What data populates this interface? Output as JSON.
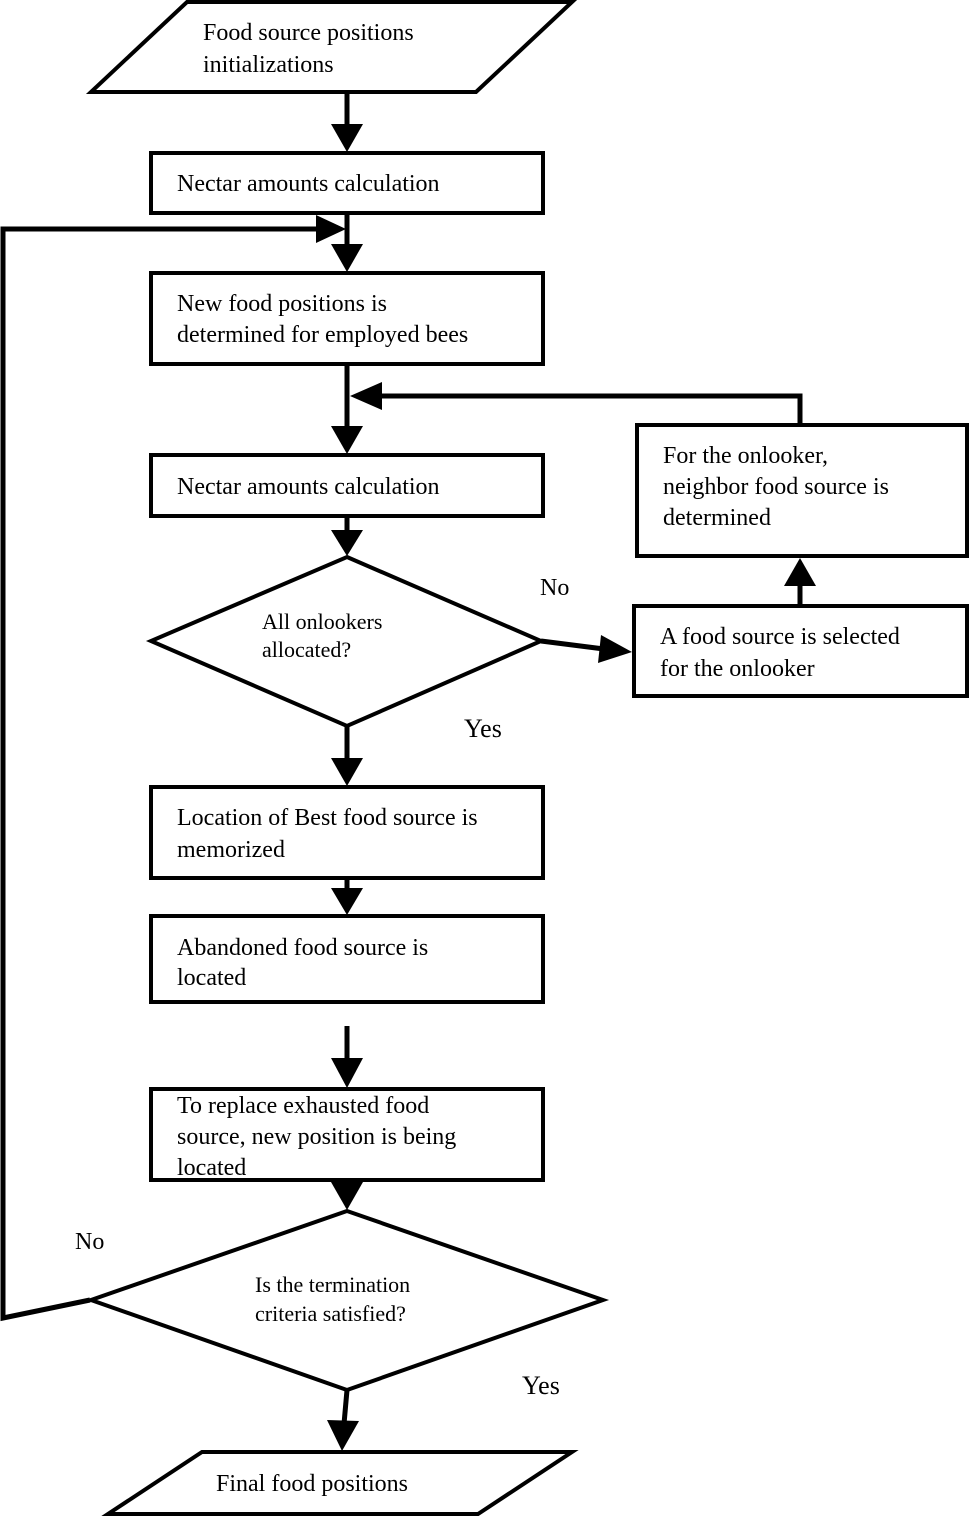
{
  "flowchart": {
    "start": {
      "line1": "Food source positions",
      "line2": "initializations"
    },
    "nectar_calc_1": {
      "line1": "Nectar amounts calculation"
    },
    "employed_bees": {
      "line1": "New food positions is",
      "line2": "determined for employed bees"
    },
    "nectar_calc_2": {
      "line1": "Nectar amounts calculation"
    },
    "onlookers_decision": {
      "line1": "All onlookers",
      "line2": "allocated?"
    },
    "onlookers_no_label": "No",
    "onlookers_yes_label": "Yes",
    "select_source": {
      "line1": "A food source is selected",
      "line2": "for the onlooker"
    },
    "neighbor_source": {
      "line1": "For the onlooker,",
      "line2": "neighbor food source is",
      "line3": "determined"
    },
    "memorize_best": {
      "line1": "Location of Best food source is",
      "line2": "memorized"
    },
    "abandoned": {
      "line1": "Abandoned food source is",
      "line2": "located"
    },
    "replace": {
      "line1": "To replace exhausted food",
      "line2": "source, new position is being",
      "line3": "located"
    },
    "termination_decision": {
      "line1": "Is the termination",
      "line2": "criteria satisfied?"
    },
    "termination_no_label": "No",
    "termination_yes_label": "Yes",
    "end": {
      "line1": "Final food positions"
    }
  }
}
